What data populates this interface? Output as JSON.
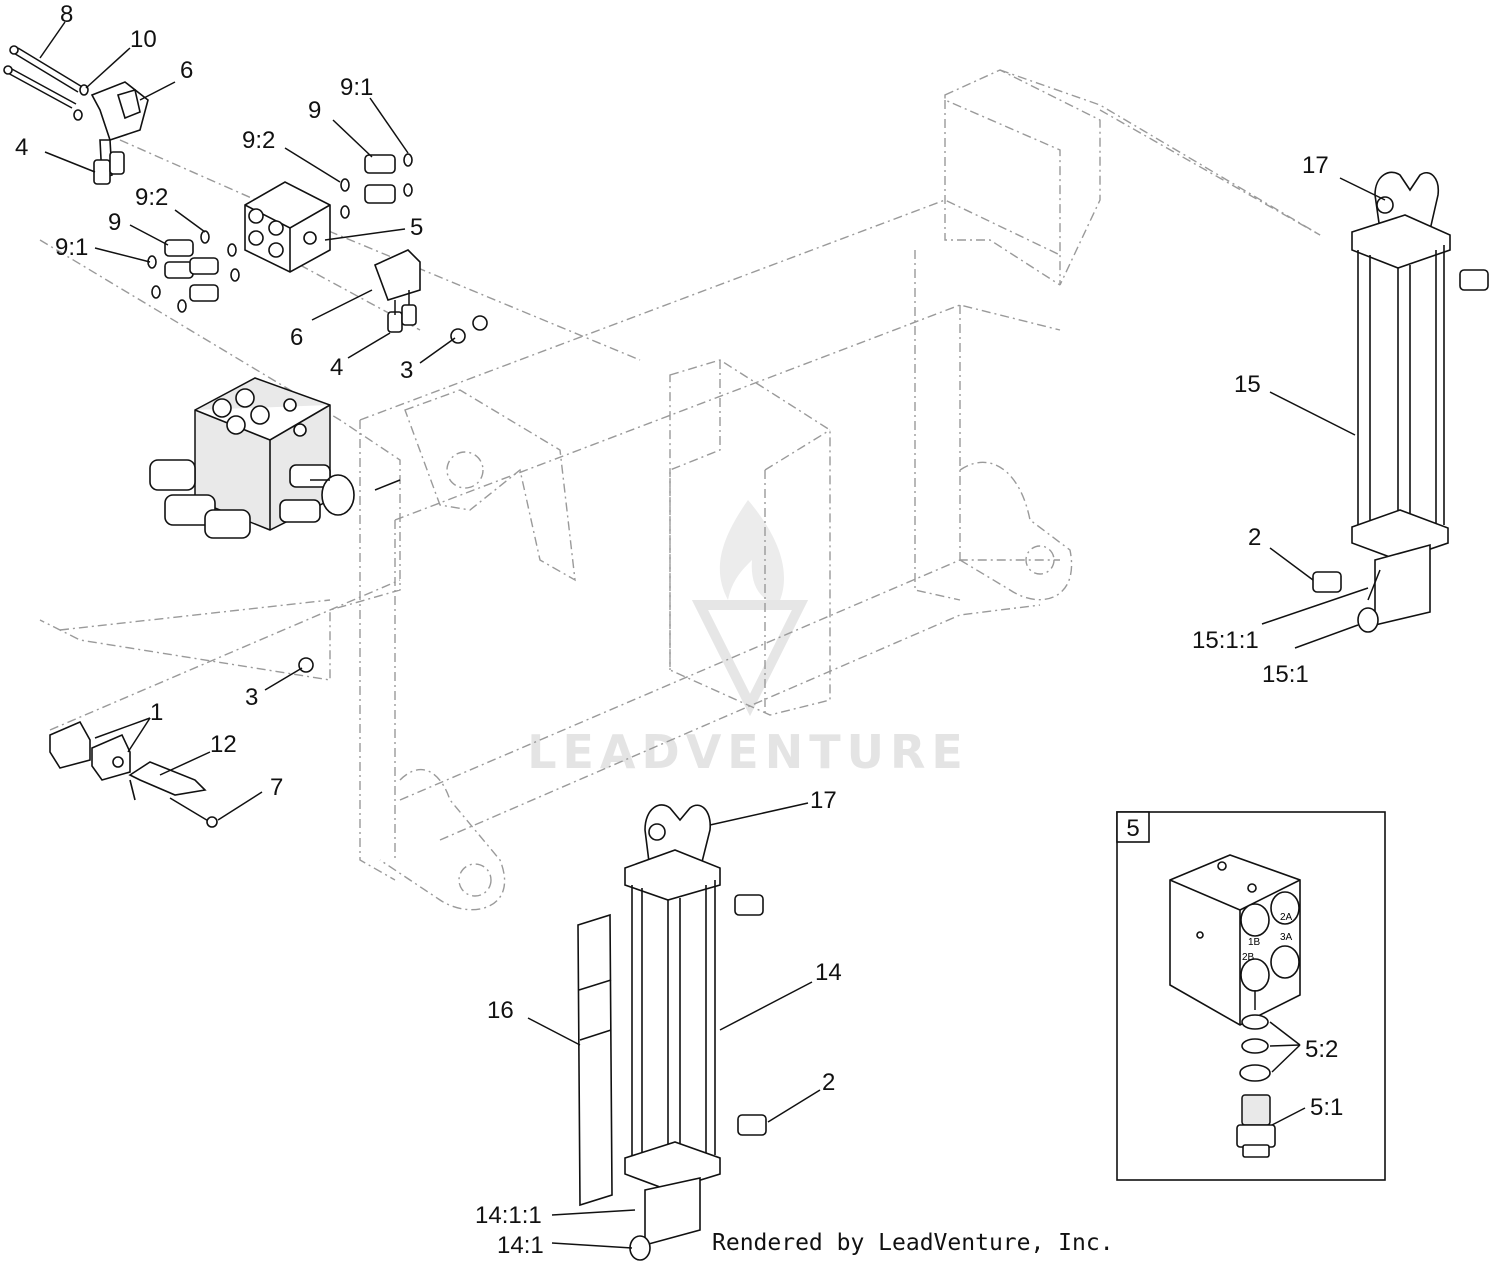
{
  "callouts": [
    "8",
    "10",
    "6",
    "9:1",
    "9",
    "9:2",
    "4",
    "9:2",
    "9",
    "5",
    "9:1",
    "6",
    "4",
    "3",
    "17",
    "15",
    "2",
    "15:1:1",
    "15:1",
    "3",
    "1",
    "12",
    "7",
    "17",
    "14",
    "16",
    "2",
    "14:1:1",
    "14:1",
    "5:2",
    "5:1"
  ],
  "inset": {
    "tag": "5",
    "port_labels": [
      "1B",
      "2A",
      "3A",
      "2B"
    ]
  },
  "watermark": "LEADVENTURE",
  "credit": "Rendered by LeadVenture, Inc."
}
